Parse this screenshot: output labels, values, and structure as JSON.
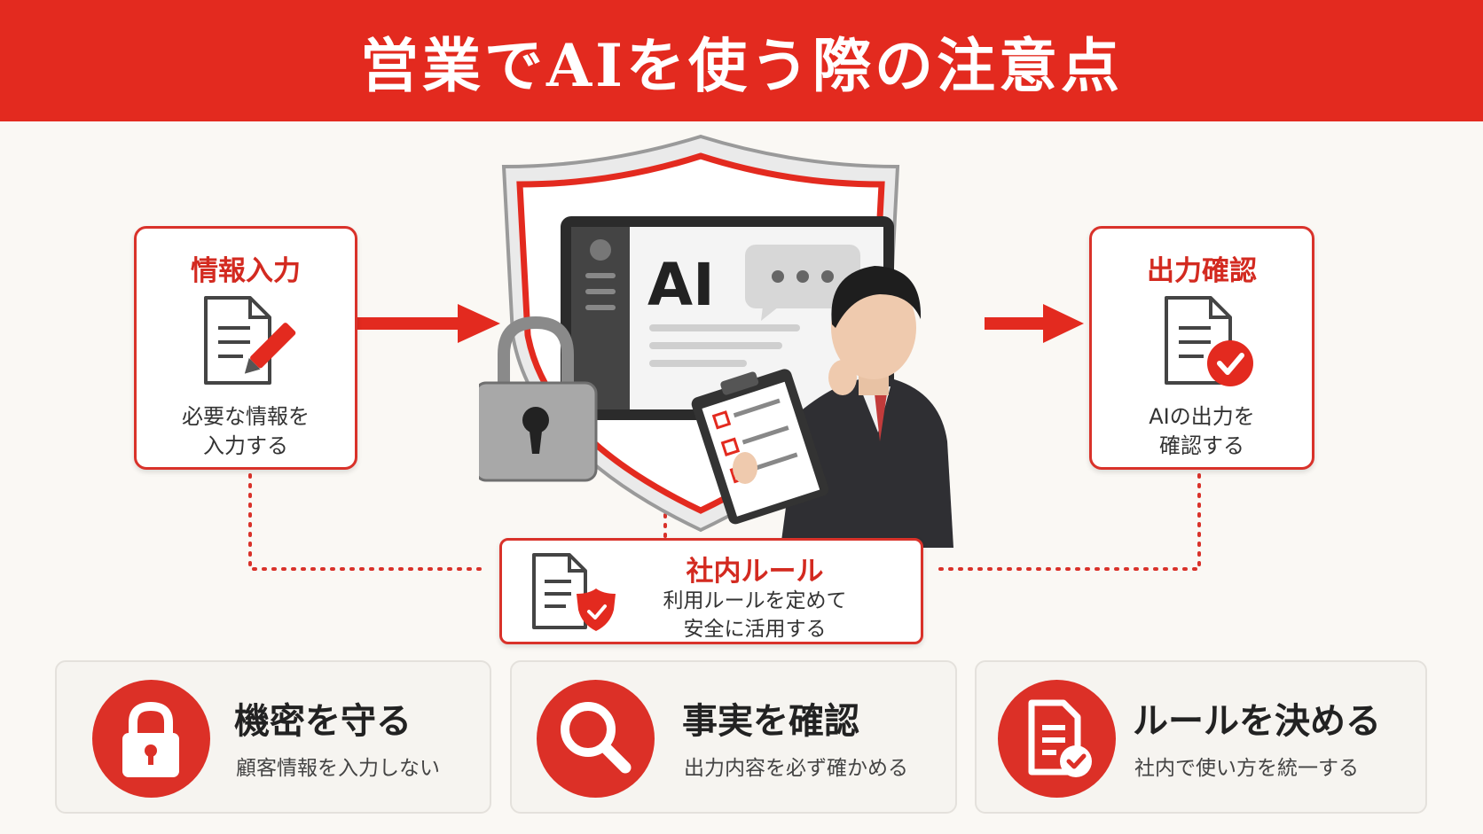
{
  "header": {
    "title": "営業でAIを使う際の注意点"
  },
  "flow": {
    "input": {
      "title": "情報入力",
      "desc_line1": "必要な情報を",
      "desc_line2": "入力する",
      "icon": "document-pen-icon"
    },
    "output": {
      "title": "出力確認",
      "desc_line1": "AIの出力を",
      "desc_line2": "確認する",
      "icon": "document-check-icon"
    },
    "center": {
      "screen_label": "AI",
      "icons": [
        "shield-icon",
        "padlock-icon",
        "monitor-icon",
        "chat-bubble-icon",
        "businessman-with-clipboard"
      ]
    },
    "rule": {
      "title": "社内ルール",
      "desc_line1": "利用ルールを定めて",
      "desc_line2": "安全に活用する",
      "icon": "document-shield-icon"
    }
  },
  "panels": [
    {
      "title": "機密を守る",
      "desc": "顧客情報を入力しない",
      "icon": "padlock-icon"
    },
    {
      "title": "事実を確認",
      "desc": "出力内容を必ず確かめる",
      "icon": "magnifier-icon"
    },
    {
      "title": "ルールを決める",
      "desc": "社内で使い方を統一する",
      "icon": "document-check-icon"
    }
  ],
  "colors": {
    "accent": "#e32a1f",
    "background": "#faf8f4",
    "text": "#333333",
    "panel_bg": "#f6f4f0"
  }
}
